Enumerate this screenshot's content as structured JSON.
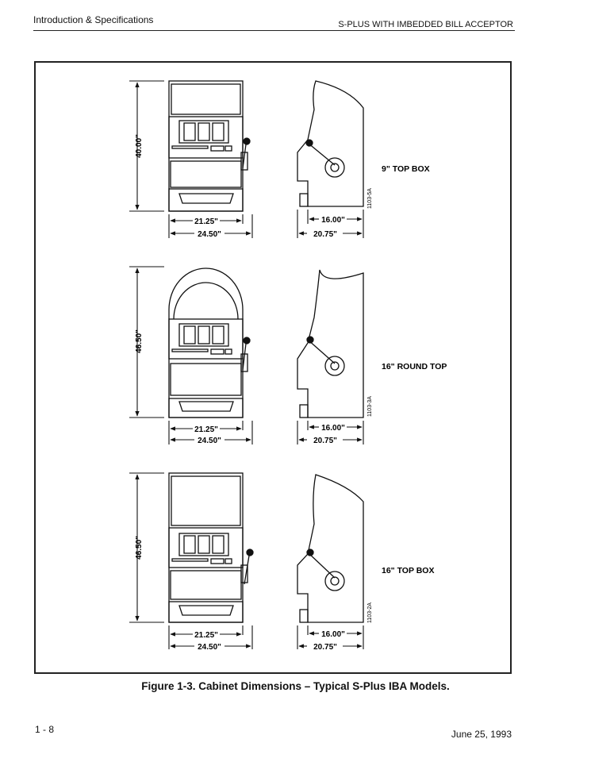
{
  "header": {
    "left": "Introduction & Specifications",
    "right": "S-PLUS WITH IMBEDDED BILL ACCEPTOR"
  },
  "models": [
    {
      "label": "9\" TOP BOX",
      "height": "40.00\"",
      "width_inner": "21.25\"",
      "width_outer": "24.50\"",
      "depth_inner": "16.00\"",
      "depth_outer": "20.75\"",
      "drawing_id": "1103-5A"
    },
    {
      "label": "16\" ROUND TOP",
      "height": "46.50\"",
      "width_inner": "21.25\"",
      "width_outer": "24.50\"",
      "depth_inner": "16.00\"",
      "depth_outer": "20.75\"",
      "drawing_id": "1103-3A"
    },
    {
      "label": "16\" TOP BOX",
      "height": "46.50\"",
      "width_inner": "21.25\"",
      "width_outer": "24.50\"",
      "depth_inner": "16.00\"",
      "depth_outer": "20.75\"",
      "drawing_id": "1103-2A"
    }
  ],
  "caption": "Figure 1-3.  Cabinet Dimensions – Typical S-Plus IBA Models.",
  "footer": {
    "page": "1 - 8",
    "date": "June 25, 1993"
  }
}
